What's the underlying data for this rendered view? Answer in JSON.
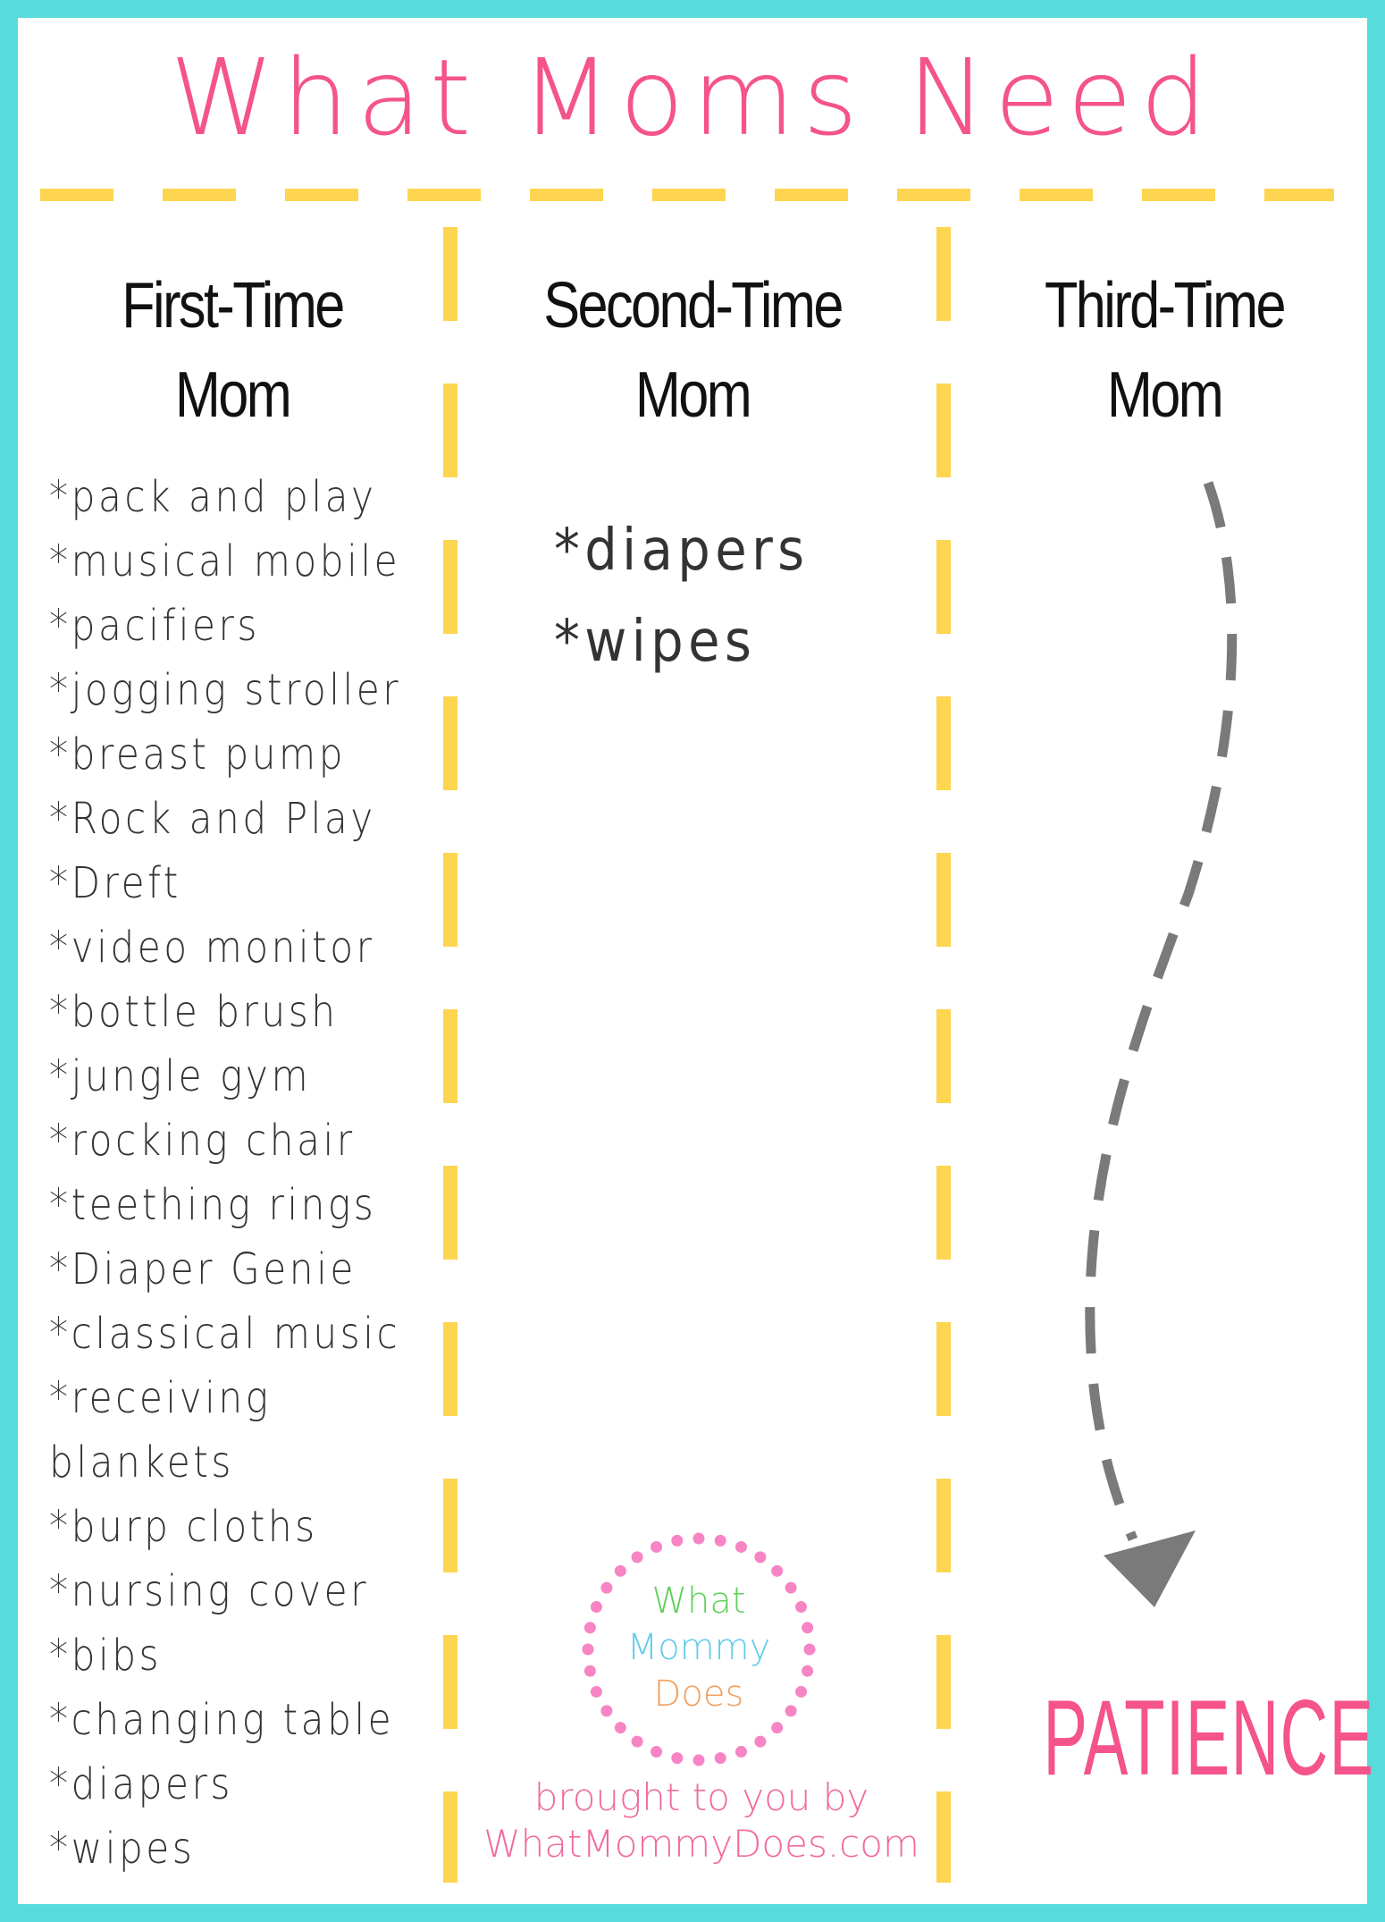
{
  "title": "What Moms Need",
  "colors": {
    "border": "#58dcdb",
    "accent_pink": "#f4538c",
    "divider_yellow": "#fdd550",
    "arrow_gray": "#7a7a7a",
    "logo_dots": "#f784c4",
    "logo_what": "#5fd05a",
    "logo_mommy": "#62cbea",
    "logo_does": "#f0a060"
  },
  "columns": [
    {
      "heading_line1": "First-Time",
      "heading_line2": "Mom",
      "items": [
        "*pack and play",
        "*musical mobile",
        "*pacifiers",
        "*jogging stroller",
        "*breast pump",
        "*Rock and Play",
        "*Dreft",
        "*video monitor",
        "*bottle brush",
        "*jungle gym",
        "*rocking chair",
        "*teething rings",
        "*Diaper Genie",
        "*classical music",
        "*receiving",
        "blankets",
        "*burp cloths",
        "*nursing cover",
        "*bibs",
        "*changing table",
        "*diapers",
        "*wipes"
      ]
    },
    {
      "heading_line1": "Second-Time",
      "heading_line2": "Mom",
      "items": [
        "*diapers",
        "*wipes"
      ]
    },
    {
      "heading_line1": "Third-Time",
      "heading_line2": "Mom",
      "answer": "PATIENCE",
      "icon": "dashed-curved-arrow-down"
    }
  ],
  "logo": {
    "line1": "What",
    "line2": "Mommy",
    "line3": "Does"
  },
  "credit": {
    "line1": "brought to you by",
    "line2": "WhatMommyDoes.com"
  }
}
